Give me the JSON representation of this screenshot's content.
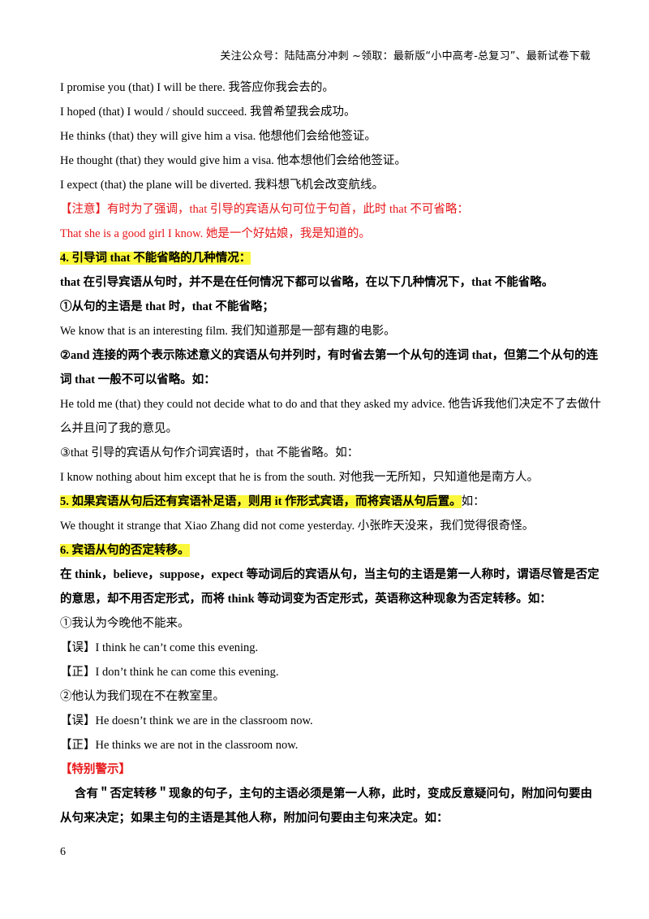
{
  "header": "关注公众号：陆陆高分冲刺 ~领取：最新版“小中高考-总复习”、最新试卷下载",
  "lines": {
    "l1": "I promise you (that) I will be there.  我答应你我会去的。",
    "l2": "I hoped (that) I would / should succeed.  我曾希望我会成功。",
    "l3": "He thinks (that) they will give him a visa.  他想他们会给他签证。",
    "l4": "He thought (that) they would give him a visa.  他本想他们会给他签证。",
    "l5": "I expect (that) the plane will be diverted.  我料想飞机会改变航线。",
    "l6": "【注意】有时为了强调，that 引导的宾语从句可位于句首，此时 that 不可省略：",
    "l7": "That she is a good girl I know. 她是一个好姑娘，我是知道的。",
    "h4": "4. 引导词 that 不能省略的几种情况：",
    "l8": "that 在引导宾语从句时，并不是在任何情况下都可以省略，在以下几种情况下，that 不能省略。",
    "l9": "①从句的主语是 that 时，that 不能省略；",
    "l10": "We know that is an interesting film.  我们知道那是一部有趣的电影。",
    "l11a": "②and 连接的两个表示陈述意义的宾语从句并列时，有时省去第一个从句的连词 that，但第二个从句的连",
    "l11b": "词 that 一般不可以省略。如：",
    "l12a": "He told me (that) they could not decide what to do and that they asked my advice.  他告诉我他们决定不了去做什",
    "l12b": "么并且问了我的意见。",
    "l13": "③that 引导的宾语从句作介词宾语时，that 不能省略。如：",
    "l14": "I know nothing about him except that he is from the south.  对他我一无所知，只知道他是南方人。",
    "h5": "5. 如果宾语从句后还有宾语补足语，则用 it 作形式宾语，而将宾语从句后置。",
    "h5tail": "如：",
    "l15": "We thought it strange that Xiao Zhang did not come yesterday.  小张昨天没来，我们觉得很奇怪。",
    "h6": "6. 宾语从句的否定转移。",
    "l16a": "在 think，believe，suppose，expect 等动词后的宾语从句，当主句的主语是第一人称时，谓语尽管是否定",
    "l16b": "的意思，却不用否定形式，而将 think 等动词变为否定形式，英语称这种现象为否定转移。如：",
    "l17": "①我认为今晚他不能来。",
    "l18": "【误】I think he can’t come this evening.",
    "l19": "【正】I don’t think he can come this evening.",
    "l20": "②他认为我们现在不在教室里。",
    "l21": "【误】He doesn’t think we are in the classroom now.",
    "l22": "【正】He thinks we are not in the classroom now.",
    "l23": "【特别警示】",
    "l24a": "含有＂否定转移＂现象的句子，主句的主语必须是第一人称，此时，变成反意疑问句，附加问句要由",
    "l24b": "从句来决定；如果主句的主语是其他人称，附加问句要由主句来决定。如："
  },
  "page_number": "6"
}
